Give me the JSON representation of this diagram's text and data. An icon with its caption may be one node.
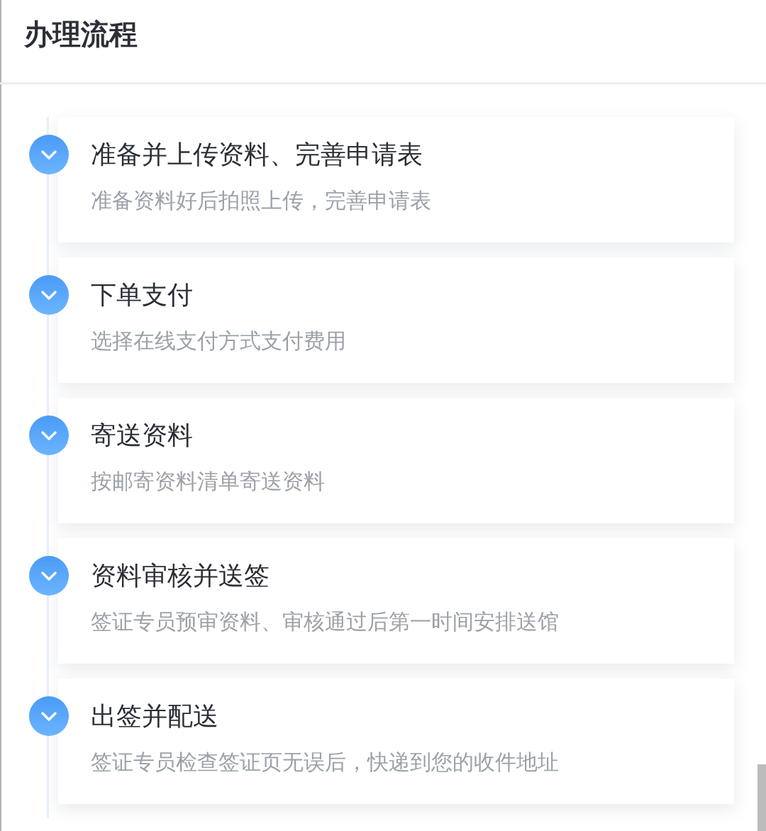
{
  "diagram": {
    "title": "办理流程",
    "nodes": [
      {
        "text": [
          "准备并上传资料、完善申请表",
          "准备资料好后拍照上传，完善申请表"
        ]
      },
      {
        "text": [
          "下单支付",
          "选择在线支付方式支付费用"
        ]
      },
      {
        "text": [
          "寄送资料",
          "按邮寄资料清单寄送资料"
        ]
      },
      {
        "text": [
          "资料审核并送签",
          "签证专员预审资料、审核通过后第一时间安排送馆"
        ]
      },
      {
        "text": [
          "出签并配送",
          "签证专员检查签证页无误后，快递到您的收件地址"
        ]
      }
    ]
  }
}
